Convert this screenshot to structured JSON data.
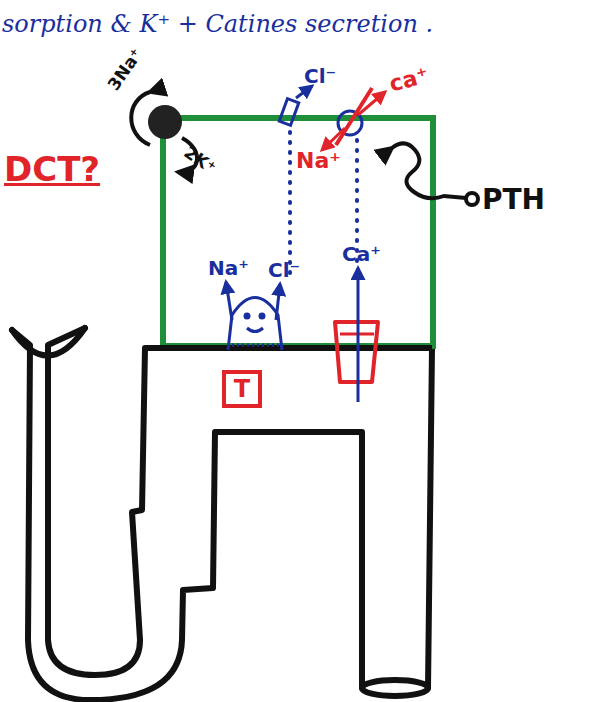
{
  "diagram": {
    "title": "sorption & K⁺ + Catines secretion .",
    "nodes": [
      {
        "text": [
          "T"
        ]
      }
    ],
    "labels": [
      "DCT?",
      "3Na⁺",
      "2K⁺",
      "Cl⁻",
      "ca⁺",
      "Na⁺",
      "PTH",
      "Na⁺",
      "Cl⁻",
      "Ca⁺"
    ]
  }
}
